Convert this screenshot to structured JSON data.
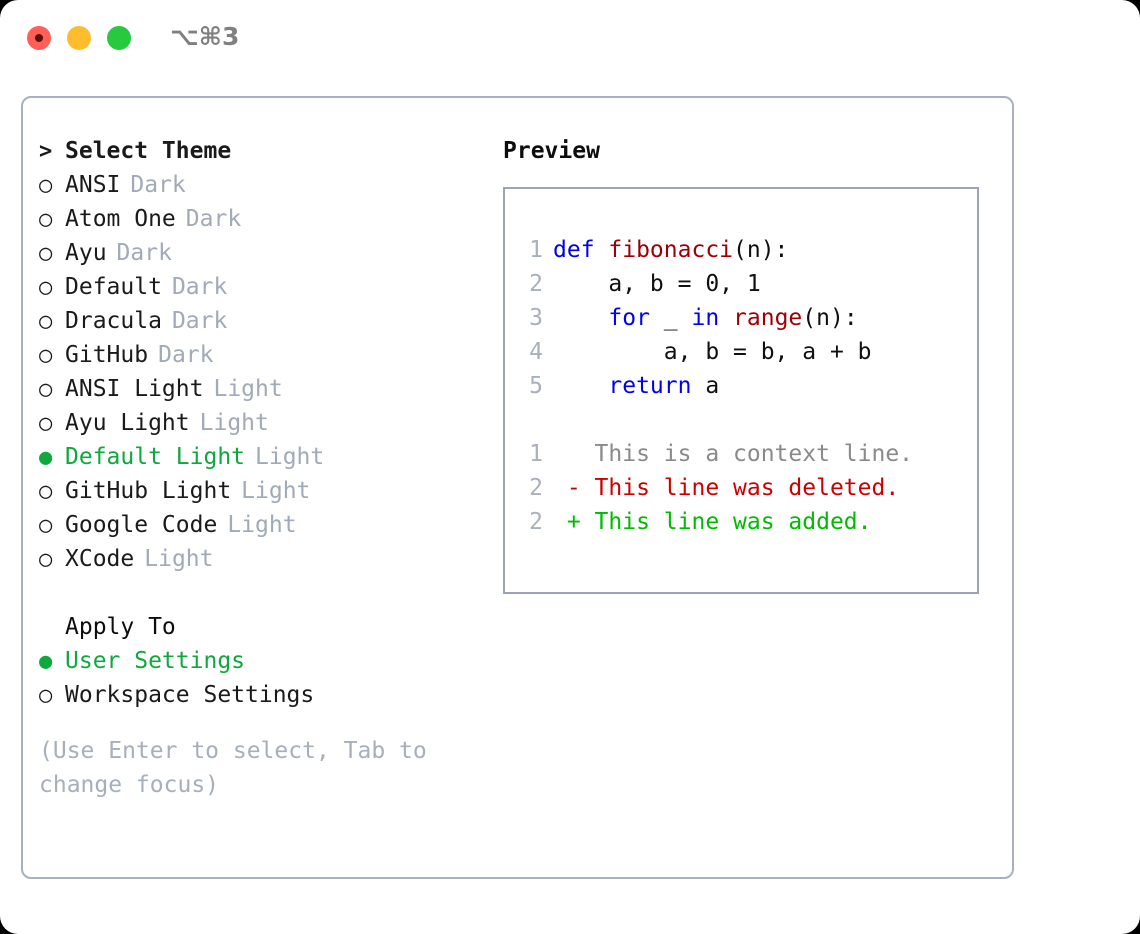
{
  "titlebar": {
    "shortcut": "⌥⌘3",
    "buttons": [
      {
        "name": "close",
        "color": "#ff5f56"
      },
      {
        "name": "minimize",
        "color": "#ffbd2e"
      },
      {
        "name": "zoom",
        "color": "#27c93f"
      }
    ]
  },
  "colors": {
    "selected_green": "#0da93c",
    "tag_gray": "#a0aab8",
    "hint_gray": "#a7afbb",
    "border": "#a8b1bf",
    "preview_border": "#9ca5b4",
    "keyword_blue": "#0000ee",
    "function_red": "#9c0006",
    "diff_deleted": "#cc0000",
    "diff_added": "#00bb00",
    "line_number": "#a8b0bc"
  },
  "theme_picker": {
    "heading_marker": ">",
    "heading": "Select Theme",
    "selected_marker": "●",
    "unselected_marker": "○",
    "items": [
      {
        "label": "ANSI",
        "tag": "Dark",
        "selected": false
      },
      {
        "label": "Atom One",
        "tag": "Dark",
        "selected": false
      },
      {
        "label": "Ayu",
        "tag": "Dark",
        "selected": false
      },
      {
        "label": "Default",
        "tag": "Dark",
        "selected": false
      },
      {
        "label": "Dracula",
        "tag": "Dark",
        "selected": false
      },
      {
        "label": "GitHub",
        "tag": "Dark",
        "selected": false
      },
      {
        "label": "ANSI Light",
        "tag": "Light",
        "selected": false
      },
      {
        "label": "Ayu Light",
        "tag": "Light",
        "selected": false
      },
      {
        "label": "Default Light",
        "tag": "Light",
        "selected": true
      },
      {
        "label": "GitHub Light",
        "tag": "Light",
        "selected": false
      },
      {
        "label": "Google Code",
        "tag": "Light",
        "selected": false
      },
      {
        "label": "XCode",
        "tag": "Light",
        "selected": false
      }
    ]
  },
  "apply_to": {
    "title": "Apply To",
    "items": [
      {
        "label": "User Settings",
        "selected": true
      },
      {
        "label": "Workspace Settings",
        "selected": false
      }
    ]
  },
  "hint": "(Use Enter to select, Tab to change focus)",
  "preview": {
    "title": "Preview",
    "code_lines": [
      {
        "num": "1",
        "tokens": [
          {
            "t": "def ",
            "c": "kw"
          },
          {
            "t": "fibonacci",
            "c": "fn"
          },
          {
            "t": "(n):",
            "c": "plain"
          }
        ]
      },
      {
        "num": "2",
        "tokens": [
          {
            "t": "    a, b = 0, 1",
            "c": "plain"
          }
        ]
      },
      {
        "num": "3",
        "tokens": [
          {
            "t": "    ",
            "c": "plain"
          },
          {
            "t": "for",
            "c": "kw"
          },
          {
            "t": " _ ",
            "c": "plain"
          },
          {
            "t": "in ",
            "c": "kw"
          },
          {
            "t": "range",
            "c": "fn"
          },
          {
            "t": "(n):",
            "c": "plain"
          }
        ]
      },
      {
        "num": "4",
        "tokens": [
          {
            "t": "        a, b = b, a + b",
            "c": "plain"
          }
        ]
      },
      {
        "num": "5",
        "tokens": [
          {
            "t": "    ",
            "c": "plain"
          },
          {
            "t": "return",
            "c": "kw"
          },
          {
            "t": " a",
            "c": "plain"
          }
        ]
      }
    ],
    "diff_lines": [
      {
        "num": "1",
        "sign": " ",
        "text": " This is a context line.",
        "kind": "ctx"
      },
      {
        "num": "2",
        "sign": "-",
        "text": " This line was deleted.",
        "kind": "del"
      },
      {
        "num": "2",
        "sign": "+",
        "text": " This line was added.",
        "kind": "add"
      }
    ]
  }
}
